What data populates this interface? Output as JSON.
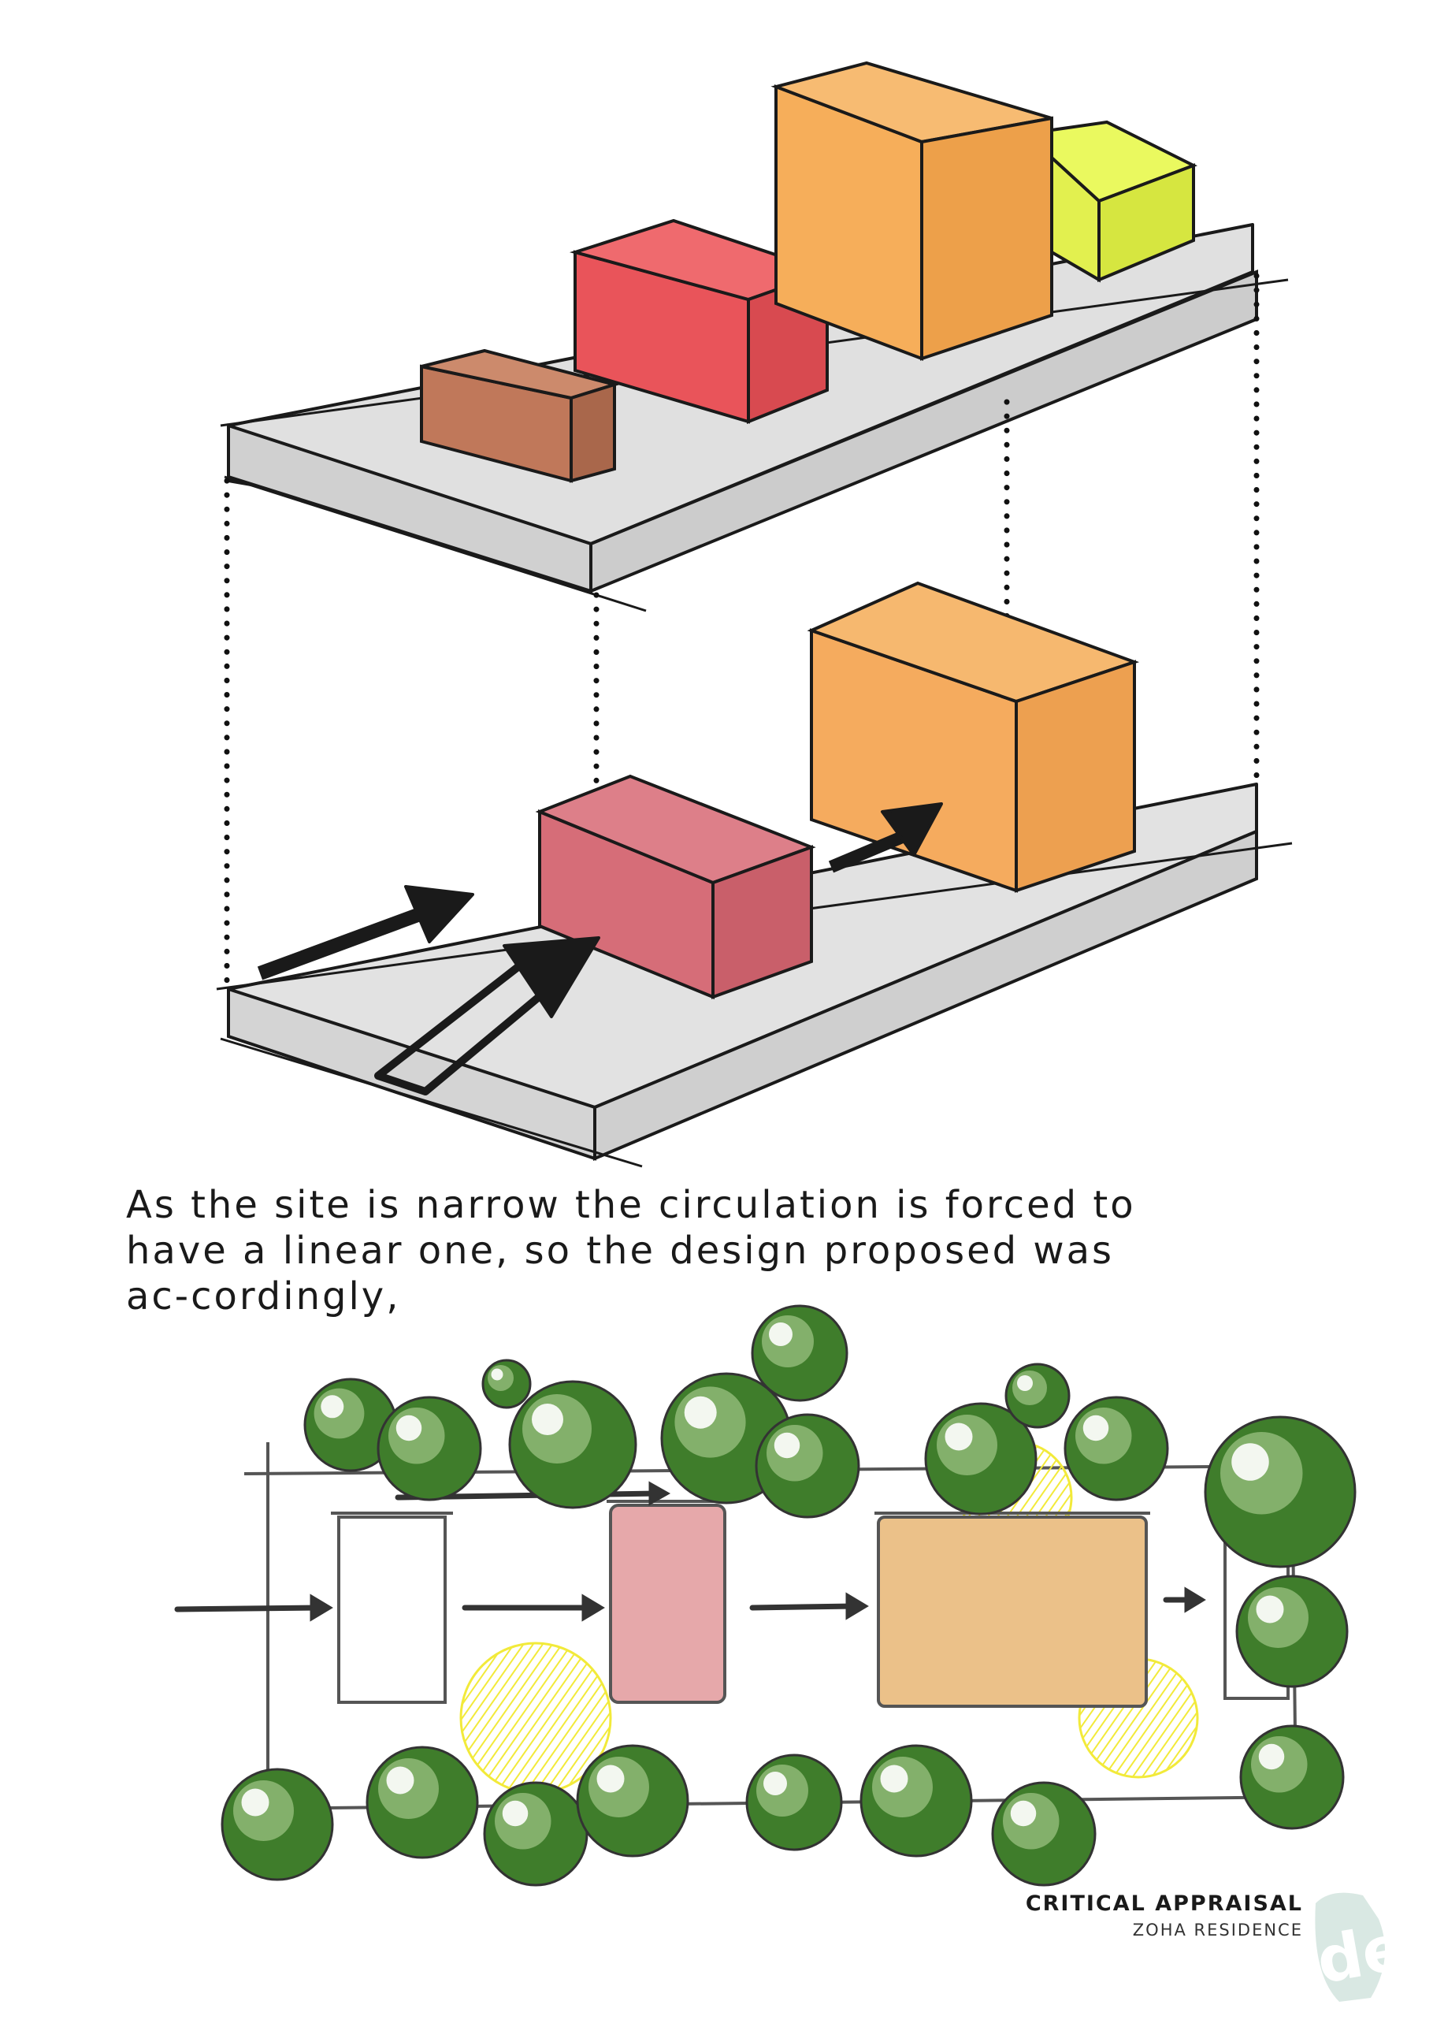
{
  "caption": "As the site is narrow the circulation is forced to have a linear one, so the design proposed was ac-cordingly,",
  "footer": {
    "title": "CRITICAL APPRAISAL",
    "subtitle": "ZOHA RESIDENCE",
    "logo_text": "de"
  },
  "colors": {
    "slab": "#dcdcdc",
    "brown": "#c0785a",
    "red": "#e9545a",
    "orange": "#f6ae5a",
    "yellow": "#e7f753",
    "pink": "#d66d78",
    "plan_pink": "#e6a8aa",
    "plan_orange": "#ebc189",
    "tree_dark": "#3f7d2b",
    "tree_light": "#8fb877",
    "hatch_yellow": "#f2ea3a",
    "logo": "#d9e8e3"
  }
}
